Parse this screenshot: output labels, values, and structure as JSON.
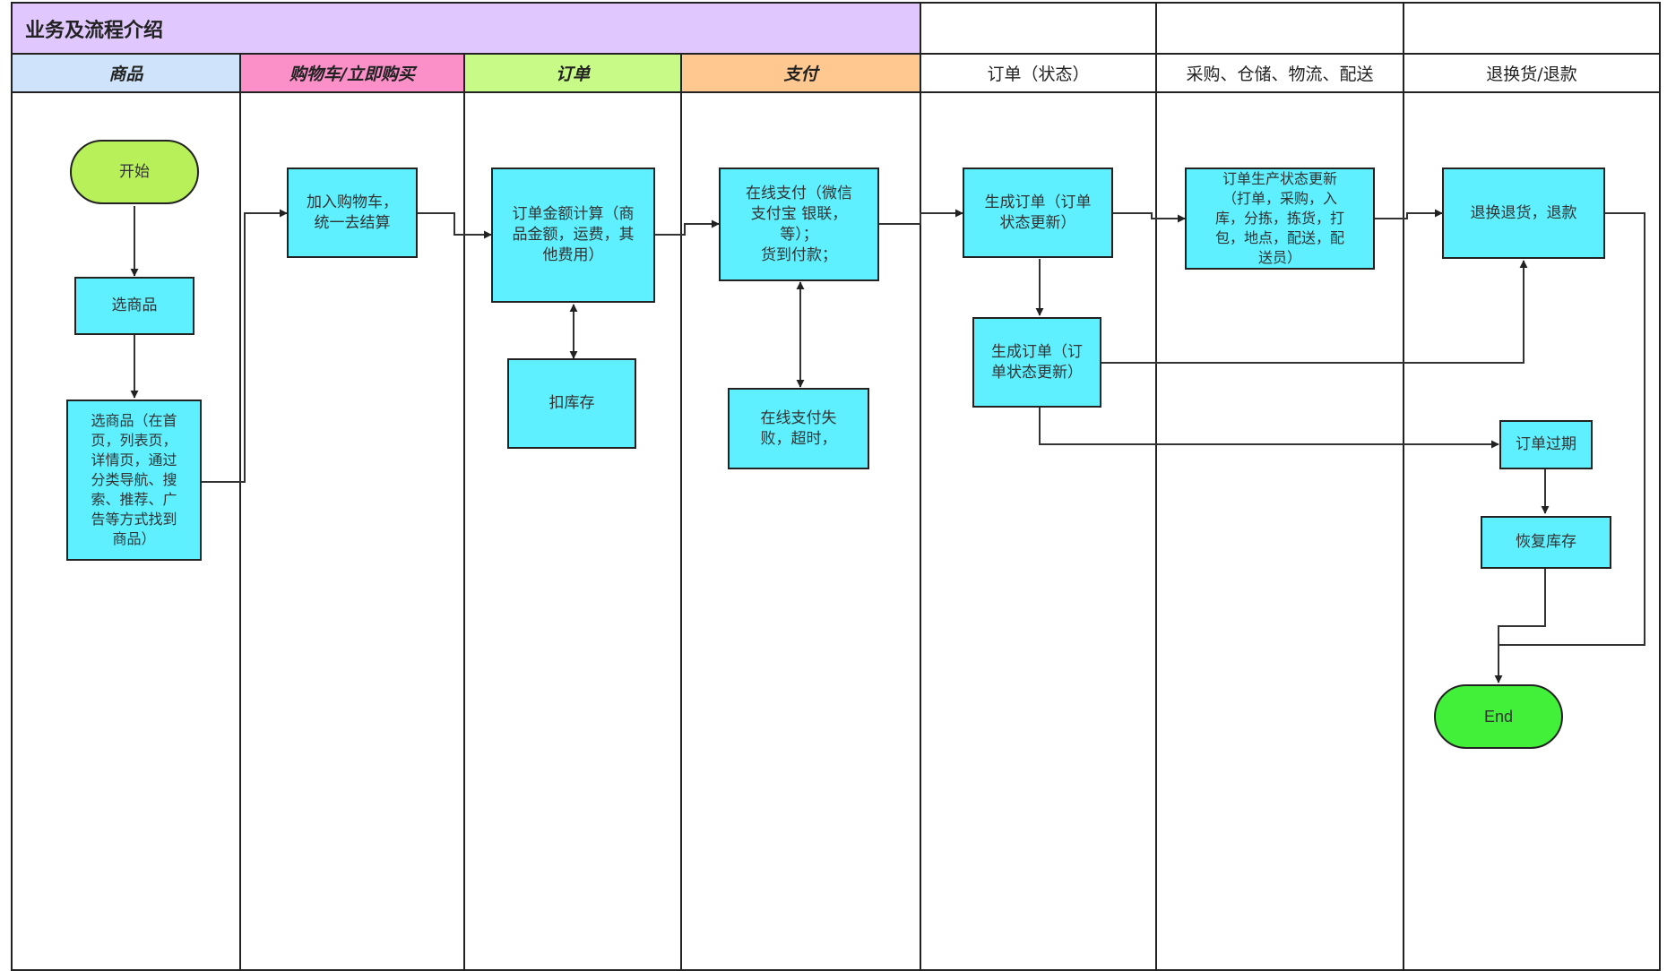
{
  "title": "业务及流程介绍",
  "lanes": [
    {
      "label": "商品",
      "color": "#cfe3fa"
    },
    {
      "label": "购物车/立即购买",
      "color": "#fb90c8"
    },
    {
      "label": "订单",
      "color": "#c8fa88"
    },
    {
      "label": "支付",
      "color": "#ffc890"
    },
    {
      "label": "订单（状态）",
      "color": "#ffffff"
    },
    {
      "label": "采购、仓储、物流、配送",
      "color": "#ffffff"
    },
    {
      "label": "退换货/退款",
      "color": "#ffffff"
    }
  ],
  "colors": {
    "title_bg": "#e0c8ff",
    "node": "#5ff0ff",
    "start": "#b8f05a",
    "end": "#42f03a"
  },
  "nodes": {
    "start": "开始",
    "select_goods": "选商品",
    "select_goods_detail": "选商品（在首\n页，列表页，\n详情页，通过\n分类导航、搜\n索、推荐、广\n告等方式找到\n商品）",
    "add_cart": "加入购物车，\n统一去结算",
    "order_amount": "订单金额计算（商\n品金额，运费，其\n他费用）",
    "deduct_stock": "扣库存",
    "online_pay": "在线支付（微信\n支付宝  银联，\n等）；\n货到付款；",
    "pay_fail": "在线支付失\n败，超时，",
    "gen_order_1": "生成订单（订单\n状态更新）",
    "gen_order_2": "生成订单（订\n单状态更新）",
    "order_production": "订单生产状态更新\n（打单，采购，入\n库，分拣，拣货，打\n包，地点，配送，配\n送员）",
    "return_refund": "退换退货，退款",
    "order_expired": "订单过期",
    "restore_stock": "恢复库存",
    "end": "End"
  }
}
